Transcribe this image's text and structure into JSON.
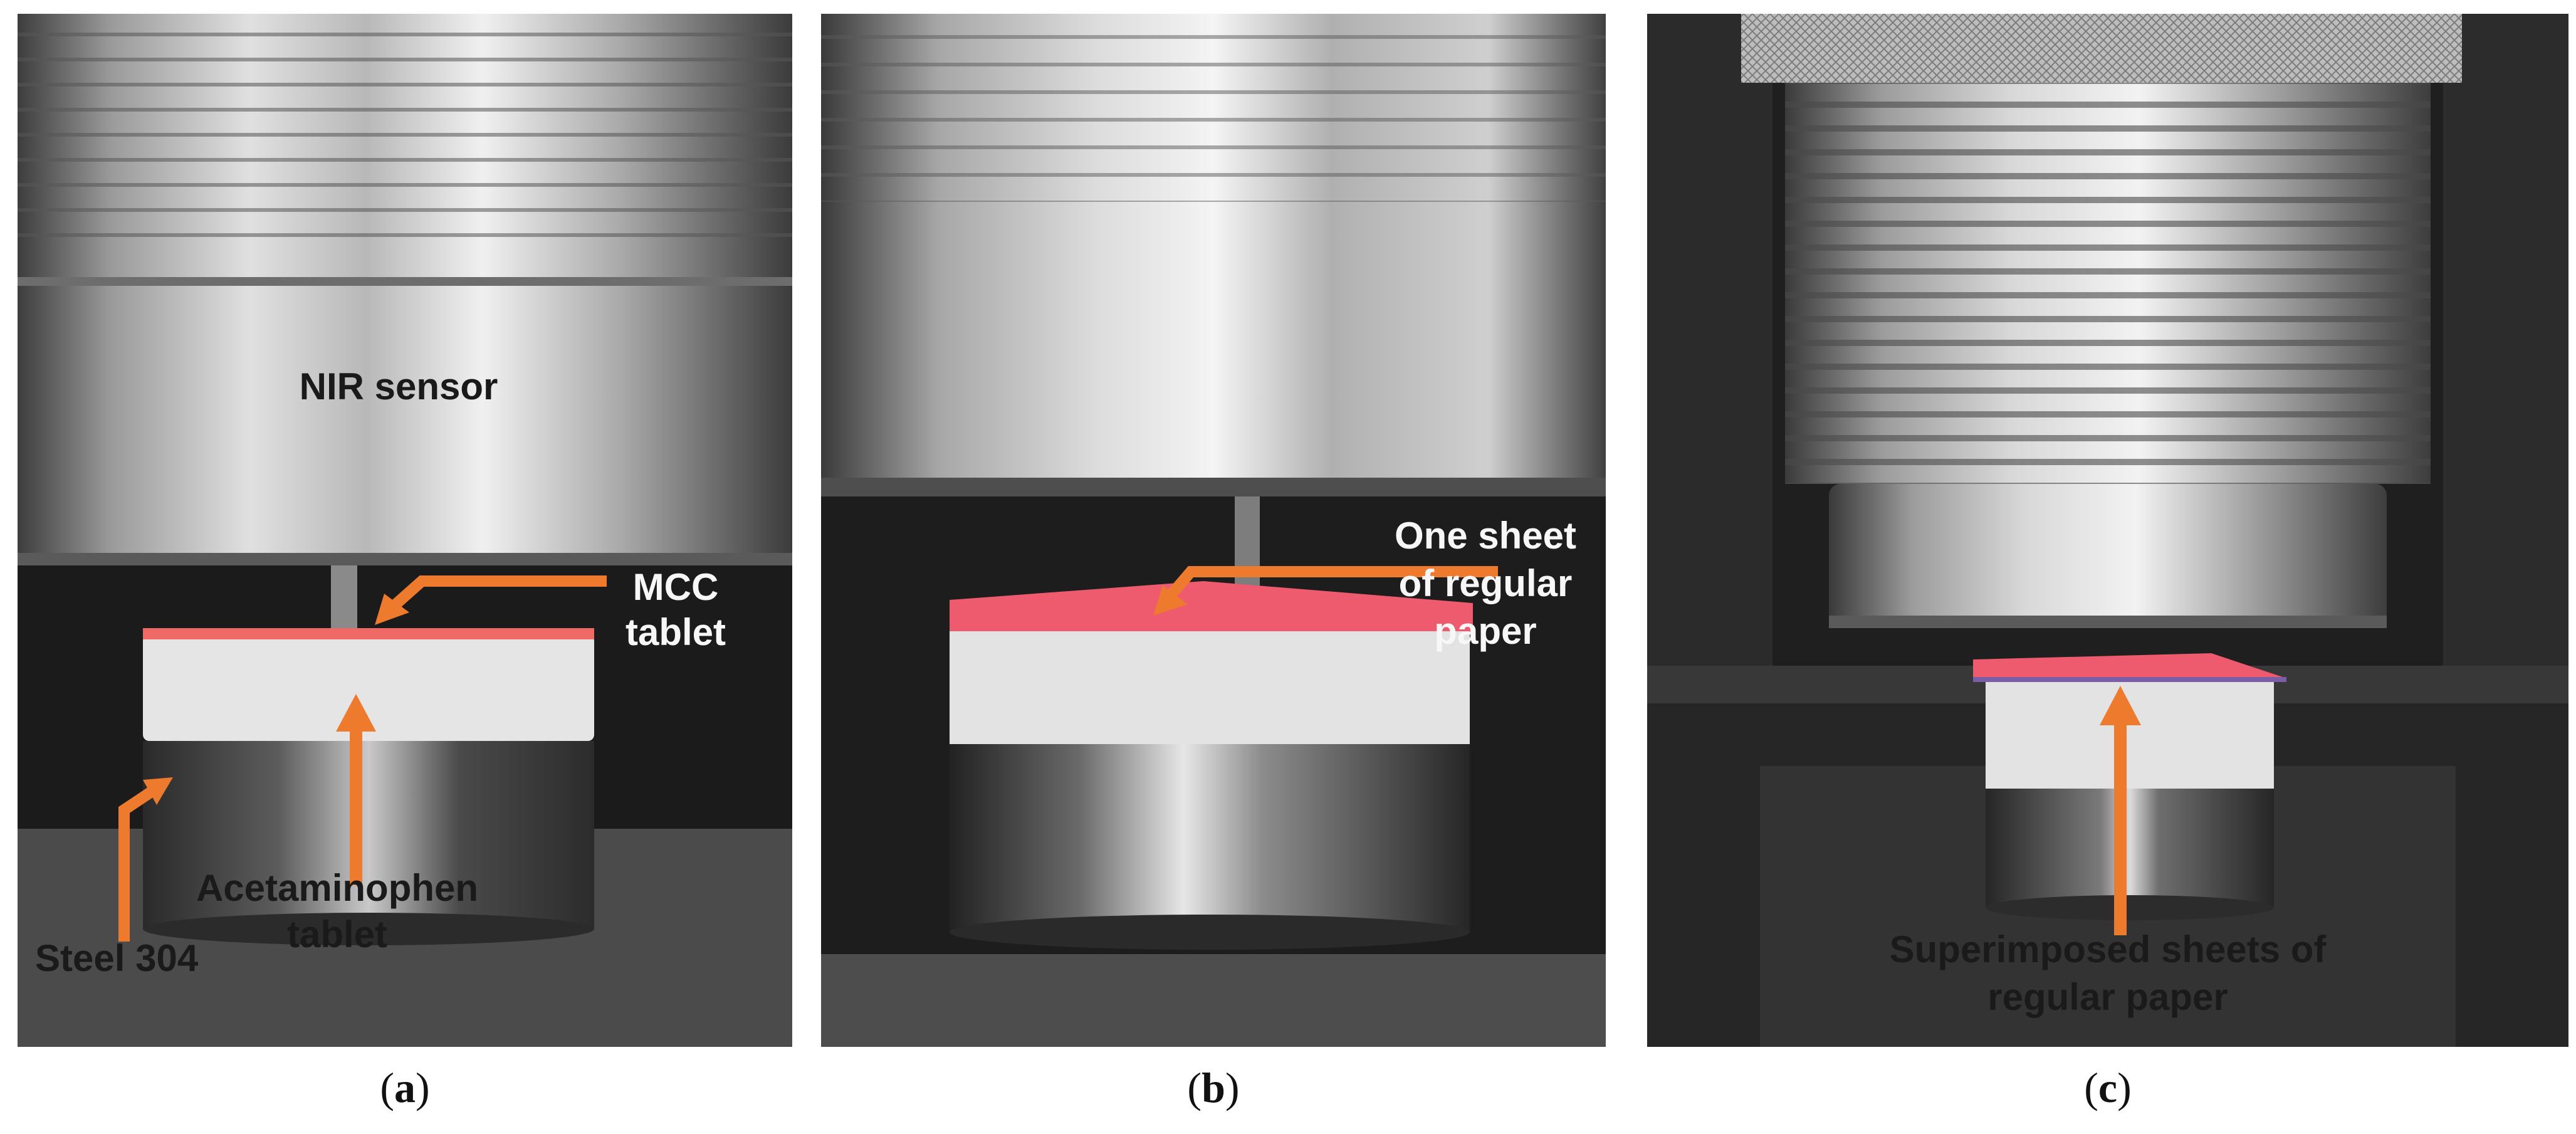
{
  "panels": {
    "a": {
      "caption_open": "(",
      "caption_letter": "a",
      "caption_close": ")",
      "labels": {
        "sensor": "NIR sensor",
        "mcc_line1": "MCC",
        "mcc_line2": "tablet",
        "acet_line1": "Acetaminophen",
        "acet_line2": "tablet",
        "steel": "Steel 304"
      }
    },
    "b": {
      "caption_open": "(",
      "caption_letter": "b",
      "caption_close": ")",
      "labels": {
        "line1": "One sheet",
        "line2": "of regular",
        "line3": "paper"
      }
    },
    "c": {
      "caption_open": "(",
      "caption_letter": "c",
      "caption_close": ")",
      "labels": {
        "line1": "Superimposed sheets of",
        "line2": "regular paper"
      }
    }
  },
  "colors": {
    "arrow": "#ee7a2e",
    "paper": "#ee5a6e",
    "steel_light": "#d9d9d9",
    "steel_dark": "#6a6a6a",
    "tablet": "#e7e7e7"
  }
}
